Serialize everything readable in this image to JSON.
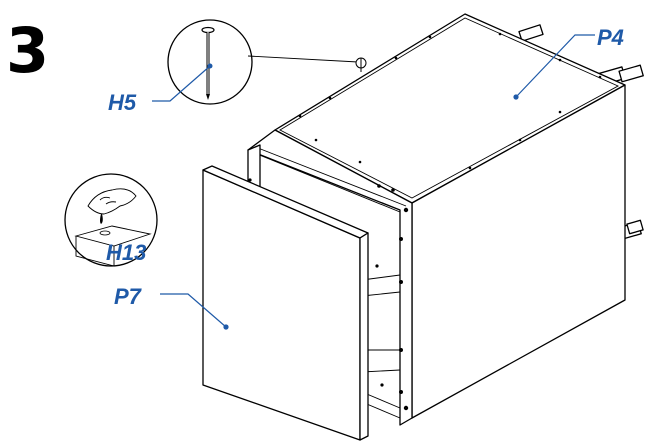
{
  "step_number": "3",
  "labels": {
    "nail": "H5",
    "top_panel": "P4",
    "glue": "H13",
    "front_panel": "P7"
  },
  "colors": {
    "label_blue": "#1f5aa8",
    "line": "#000000",
    "background": "#ffffff"
  },
  "icons": {
    "nail_detail": "nail-icon",
    "glue_detail": "glue-bottle-icon"
  }
}
